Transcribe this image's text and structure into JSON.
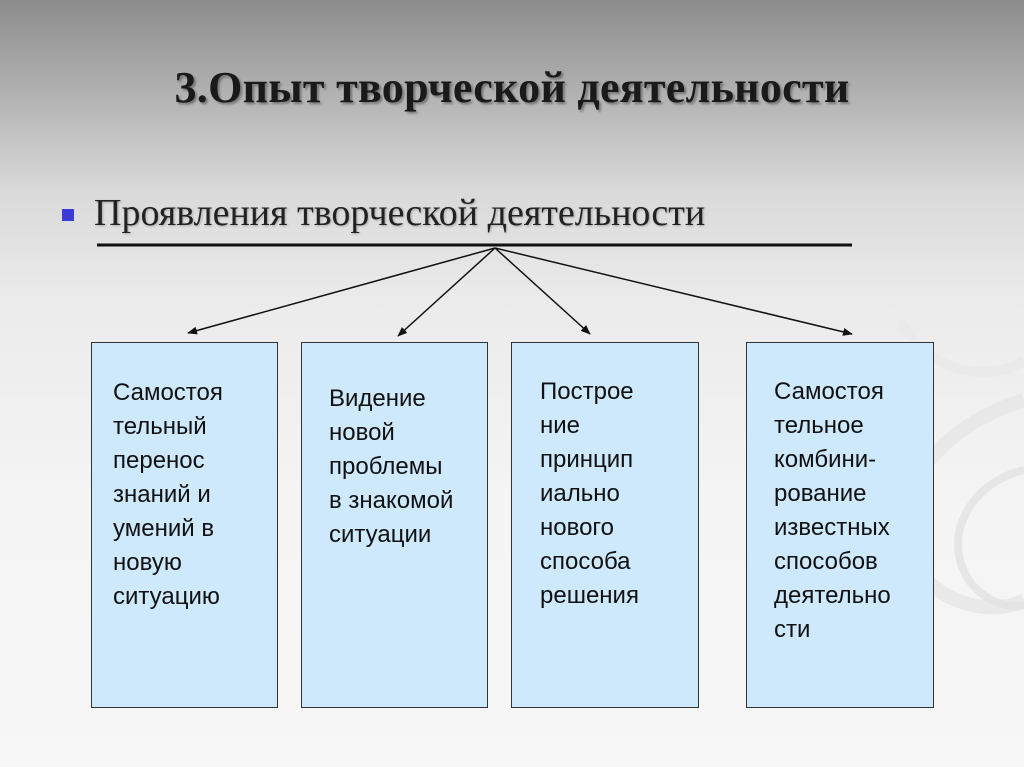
{
  "slide": {
    "title": "3.Опыт творческой деятельности",
    "bullet": {
      "text": "Проявления творческой деятельности",
      "marker_color": "#3b3bd6"
    },
    "boxes": [
      {
        "text": "Самостоя\nтельный\nперенос\nзнаний и\nумений в\nновую\nситуацию"
      },
      {
        "text": "Видение\nновой\nпроблемы\nв знакомой\nситуации"
      },
      {
        "text": "Построе\nние\nпринцип\nиально\nнового\nспособа\nрешения"
      },
      {
        "text": "Самостоя\nтельное\nкомбини-\nрование\nизвестных\nспособов\nдеятельно\nсти"
      }
    ],
    "colors": {
      "box_fill": "#cde9fb",
      "box_border": "#333333",
      "arrow": "#111111"
    }
  }
}
